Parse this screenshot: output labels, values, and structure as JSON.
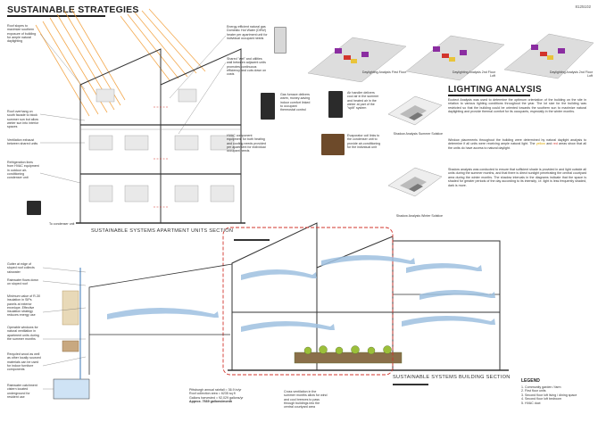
{
  "header": {
    "title": "SUSTAINABLE STRATEGIES",
    "page_id": "8125102"
  },
  "notes_left": [
    "Roof slopes to maximize southern exposure of building for ample natural daylighting",
    "Roof overhang on south facade to block summer sun but allow winter sun into interior spaces",
    "Ventilation exhaust between shared units",
    "Refrigeration lines from HVAC equipment in outdoor air-conditioning condenser unit",
    "To condenser unit"
  ],
  "notes_mid": [
    "Energy-efficient natural gas Domestic Hot Water (DHW) heater per apartment unit for individual occupant needs",
    "Shared \"wet\" and utilities wall between adjacent units promotes continuous efficiency and cuts down on costs",
    "Gas furnace delivers warm, money-saving indoor comfort linked to occupant thermostat control",
    "HVAC component equipment for both heating and cooling needs provided per apartment for individual occupant needs",
    "Air handler delivers cool air in the summer and heated air in the winter at part of the \"split\" system",
    "Evaporator coil links to the condenser unit to provide air-conditioning for the individual unit"
  ],
  "section_labels": {
    "apartment": "SUSTAINABLE SYSTEMS APARTMENT UNITS SECTION",
    "building": "SUSTAINABLE SYSTEMS BUILDING SECTION"
  },
  "lighting": {
    "title": "LIGHTING ANALYSIS",
    "p1": "Ecotect Analysis was used to determine the optimum orientation of the building on the site in relation to various lighting conditions throughout the year. The lot size for the building was restricted so that the building could be oriented towards the southern sun to maximize natural daylighting and provide thermal comfort for its occupants, especially in the winter months.",
    "p2_pre": "Window placements throughout the building were determined by natural daylight analysis to determine if all units were receiving ample natural light. The ",
    "p2_yellow": "yellow",
    "p2_mid": " and ",
    "p2_red": "red",
    "p2_post": " areas show that all the units do have access to natural daylight.",
    "p3": "Shadow analysis was conducted to ensure that sufficient shade is provided in and light outside all units during the summer months, and that there is direct sunlight penetrating the central courtyard area during the winter months. The shadow intervals in the diagrams indicate that the space is shaded for greater periods of the day according to its intensity, i.e. light is less frequently shaded, dark is more.",
    "daylight_captions": [
      "Daylighting Analysis First Floor",
      "Daylighting Analysis 2nd Floor Loft",
      "Daylighting Analysis 2nd Floor Loft"
    ],
    "shadow_captions": [
      "Shadow Analysis Summer Solstice",
      "Shadow Analysis Winter Solstice"
    ]
  },
  "notes_bottom_left": [
    "Gutter at edge of sloped roof collects rainwater",
    "Rainwater flows down on sloped roof",
    "Minimum value of R-30 insulation in SIPs panels at exterior envelope. Effective insulation strategy reduces energy use",
    "Operable windows for natural ventilation in apartment units during the summer months",
    "Recycled wood as well as other locally sourced materials can be used for indoor furniture components",
    "Rainwater catchment cistern located underground for resident use"
  ],
  "rain_calc": {
    "line1": "Pittsburgh annual rainfall = 36.9 in/yr",
    "line2": "Roof collection area = 6235 sq ft",
    "line3": "Gallons harvested = 92,029 gallons/yr",
    "line4": "Approx. 7669 gallons/month"
  },
  "cross_vent_note": "Cross ventilation in the summer months allow for wind and cool breezes to pass through buildings into the central courtyard area",
  "legend": {
    "title": "LEGEND",
    "items": [
      "1. Community garden / farm",
      "2. First floor units",
      "3. Second floor loft living / dining space",
      "4. Second floor loft bedroom",
      "5. HVAC duct"
    ]
  },
  "colors": {
    "sun": "#f2a03c",
    "wind": "#7da7d0",
    "cutline": "#d2342c",
    "plant": "#9bbf3a"
  }
}
